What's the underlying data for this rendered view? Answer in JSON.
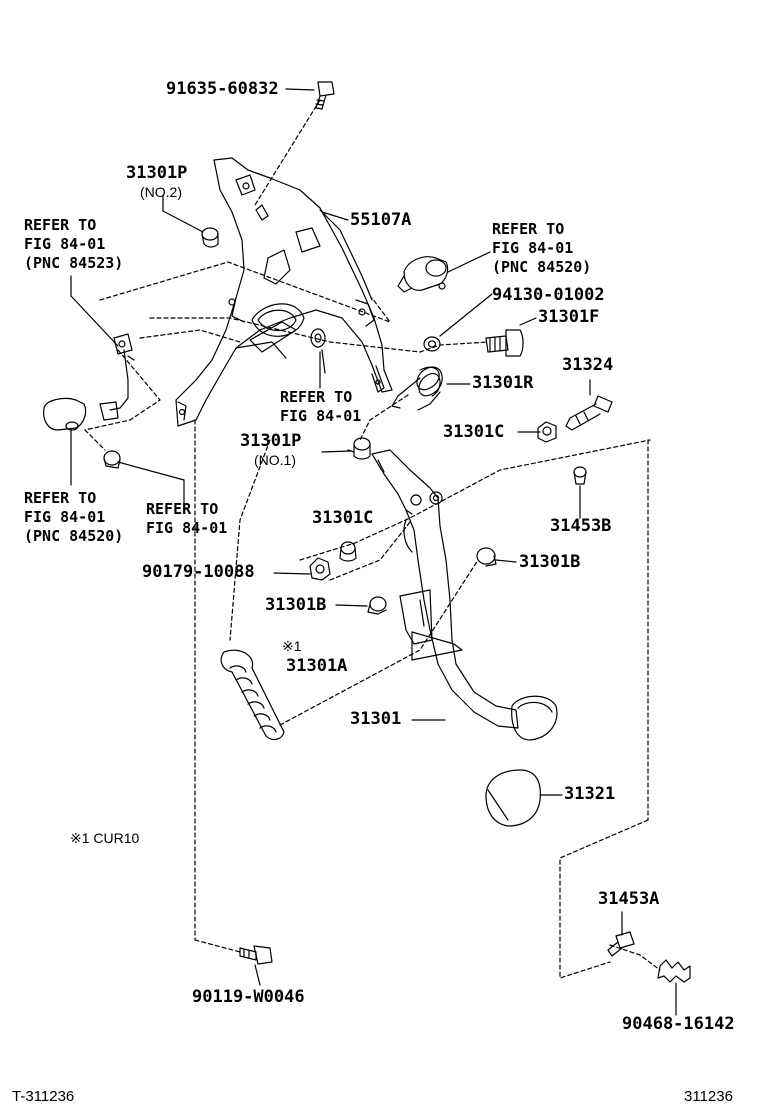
{
  "parts": {
    "p91635": "91635-60832",
    "p31301P_a": "31301P",
    "p31301P_a_note": "(NO.2)",
    "p55107A": "55107A",
    "p94130": "94130-01002",
    "p31301F": "31301F",
    "p31301R": "31301R",
    "p31324": "31324",
    "p31301P_b": "31301P",
    "p31301P_b_note": "(NO.1)",
    "p31301C_a": "31301C",
    "p31301C_b": "31301C",
    "p31453B": "31453B",
    "p90179": "90179-10088",
    "p31301B_a": "31301B",
    "p31301B_b": "31301B",
    "p31301A_mark": "※1",
    "p31301A": "31301A",
    "p31301": "31301",
    "p31321": "31321",
    "p31453A": "31453A",
    "p90119": "90119-W0046",
    "p90468": "90468-16142"
  },
  "refs": {
    "ref1": "REFER TO\nFIG 84-01\n(PNC 84523)",
    "ref2": "REFER TO\nFIG 84-01\n(PNC 84520)",
    "ref3": "REFER TO\nFIG 84-01",
    "ref4": "REFER TO\nFIG 84-01\n(PNC 84520)",
    "ref5": "REFER TO\nFIG 84-01"
  },
  "notes": {
    "footnote": "※1 CUR10",
    "fig_left": "T-311236",
    "fig_right": "311236"
  }
}
